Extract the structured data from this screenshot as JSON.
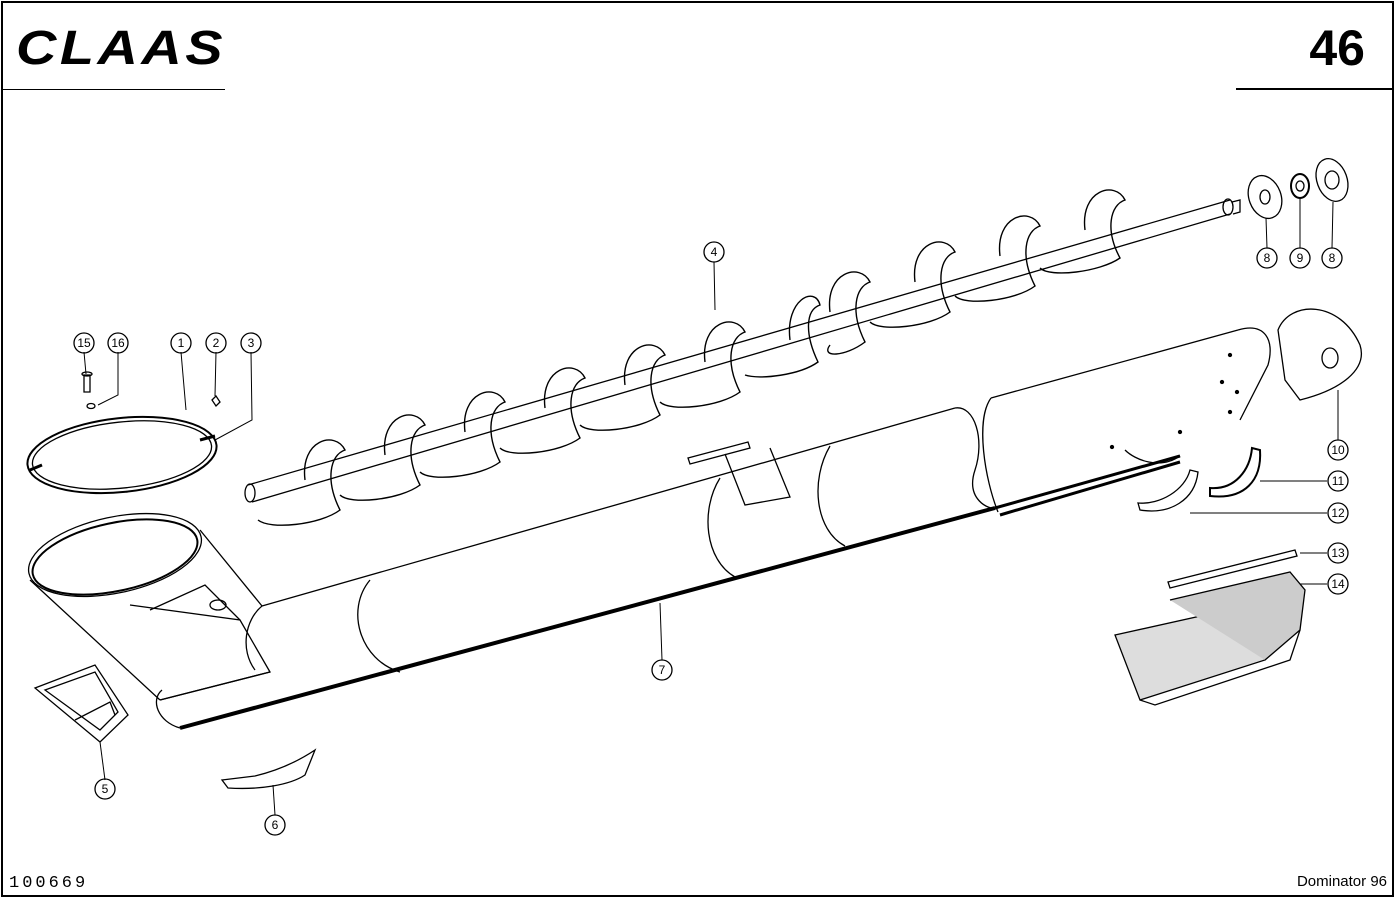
{
  "header": {
    "brand": "CLAAS",
    "page_number": "46"
  },
  "footer": {
    "document_id": "100669",
    "model": "Dominator 96"
  },
  "callouts": [
    {
      "id": "c1",
      "label": "1"
    },
    {
      "id": "c2",
      "label": "2"
    },
    {
      "id": "c3",
      "label": "3"
    },
    {
      "id": "c4",
      "label": "4"
    },
    {
      "id": "c5",
      "label": "5"
    },
    {
      "id": "c6",
      "label": "6"
    },
    {
      "id": "c7",
      "label": "7"
    },
    {
      "id": "c8a",
      "label": "8"
    },
    {
      "id": "c9",
      "label": "9"
    },
    {
      "id": "c8b",
      "label": "8"
    },
    {
      "id": "c10",
      "label": "10"
    },
    {
      "id": "c11",
      "label": "11"
    },
    {
      "id": "c12",
      "label": "12"
    },
    {
      "id": "c13",
      "label": "13"
    },
    {
      "id": "c14",
      "label": "14"
    },
    {
      "id": "c15",
      "label": "15"
    },
    {
      "id": "c16",
      "label": "16"
    }
  ]
}
